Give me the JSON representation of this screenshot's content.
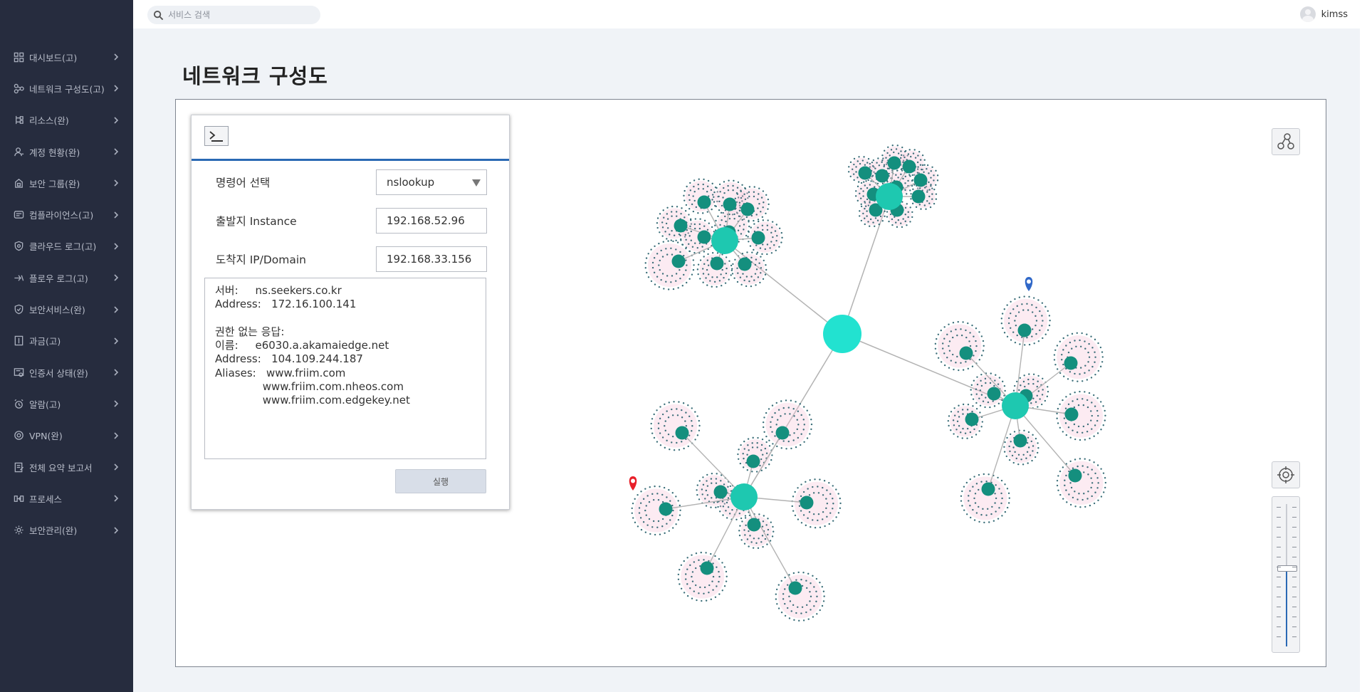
{
  "search": {
    "placeholder": "서비스 검색"
  },
  "user": {
    "name": "kimss"
  },
  "sidebar": {
    "items": [
      {
        "label": "대시보드(고)",
        "icon": "dashboard-icon"
      },
      {
        "label": "네트워크 구성도(고)",
        "icon": "network-icon"
      },
      {
        "label": "리소스(완)",
        "icon": "resource-tree-icon"
      },
      {
        "label": "계정 현황(완)",
        "icon": "user-account-icon"
      },
      {
        "label": "보안 그룹(완)",
        "icon": "security-group-icon"
      },
      {
        "label": "컴플라이언스(고)",
        "icon": "compliance-icon"
      },
      {
        "label": "클라우드 로그(고)",
        "icon": "cloud-log-shield-icon"
      },
      {
        "label": "플로우 로그(고)",
        "icon": "flow-log-icon"
      },
      {
        "label": "보안서비스(완)",
        "icon": "security-service-shield-icon"
      },
      {
        "label": "과금(고)",
        "icon": "billing-icon"
      },
      {
        "label": "인증서 상태(완)",
        "icon": "certificate-icon"
      },
      {
        "label": "알람(고)",
        "icon": "alarm-clock-icon"
      },
      {
        "label": "VPN(완)",
        "icon": "vpn-icon"
      },
      {
        "label": "전체 요약 보고서",
        "icon": "report-icon"
      },
      {
        "label": "프로세스",
        "icon": "process-icon"
      },
      {
        "label": "보안관리(완)",
        "icon": "gear-icon"
      }
    ]
  },
  "page": {
    "title": "네트워크 구성도"
  },
  "panel": {
    "command_label": "명령어 선택",
    "command_value": "nslookup",
    "source_label": "출발지 Instance",
    "source_value": "192.168.52.96",
    "dest_label": "도착지 IP/Domain",
    "dest_value": "192.168.33.156",
    "output": "서버:     ns.seekers.co.kr\nAddress:   172.16.100.141\n\n권한 없는 응답:\n이름:     e6030.a.akamaiedge.net\nAddress:   104.109.244.187\nAliases:   www.friim.com\n              www.friim.com.nheos.com\n              www.friim.com.edgekey.net",
    "run_label": "실행"
  },
  "graph": {
    "node_color": "#148f7e",
    "hub_color": "#1ec8b0",
    "root_color": "#22e2d0",
    "edge_color": "#b3b3b3",
    "leaf_color": "#3b6e79",
    "halo_color": "#f6c7d9",
    "marker_red": "#e8202a",
    "marker_blue": "#3068c8"
  },
  "zoom": {
    "level": 0.55
  }
}
